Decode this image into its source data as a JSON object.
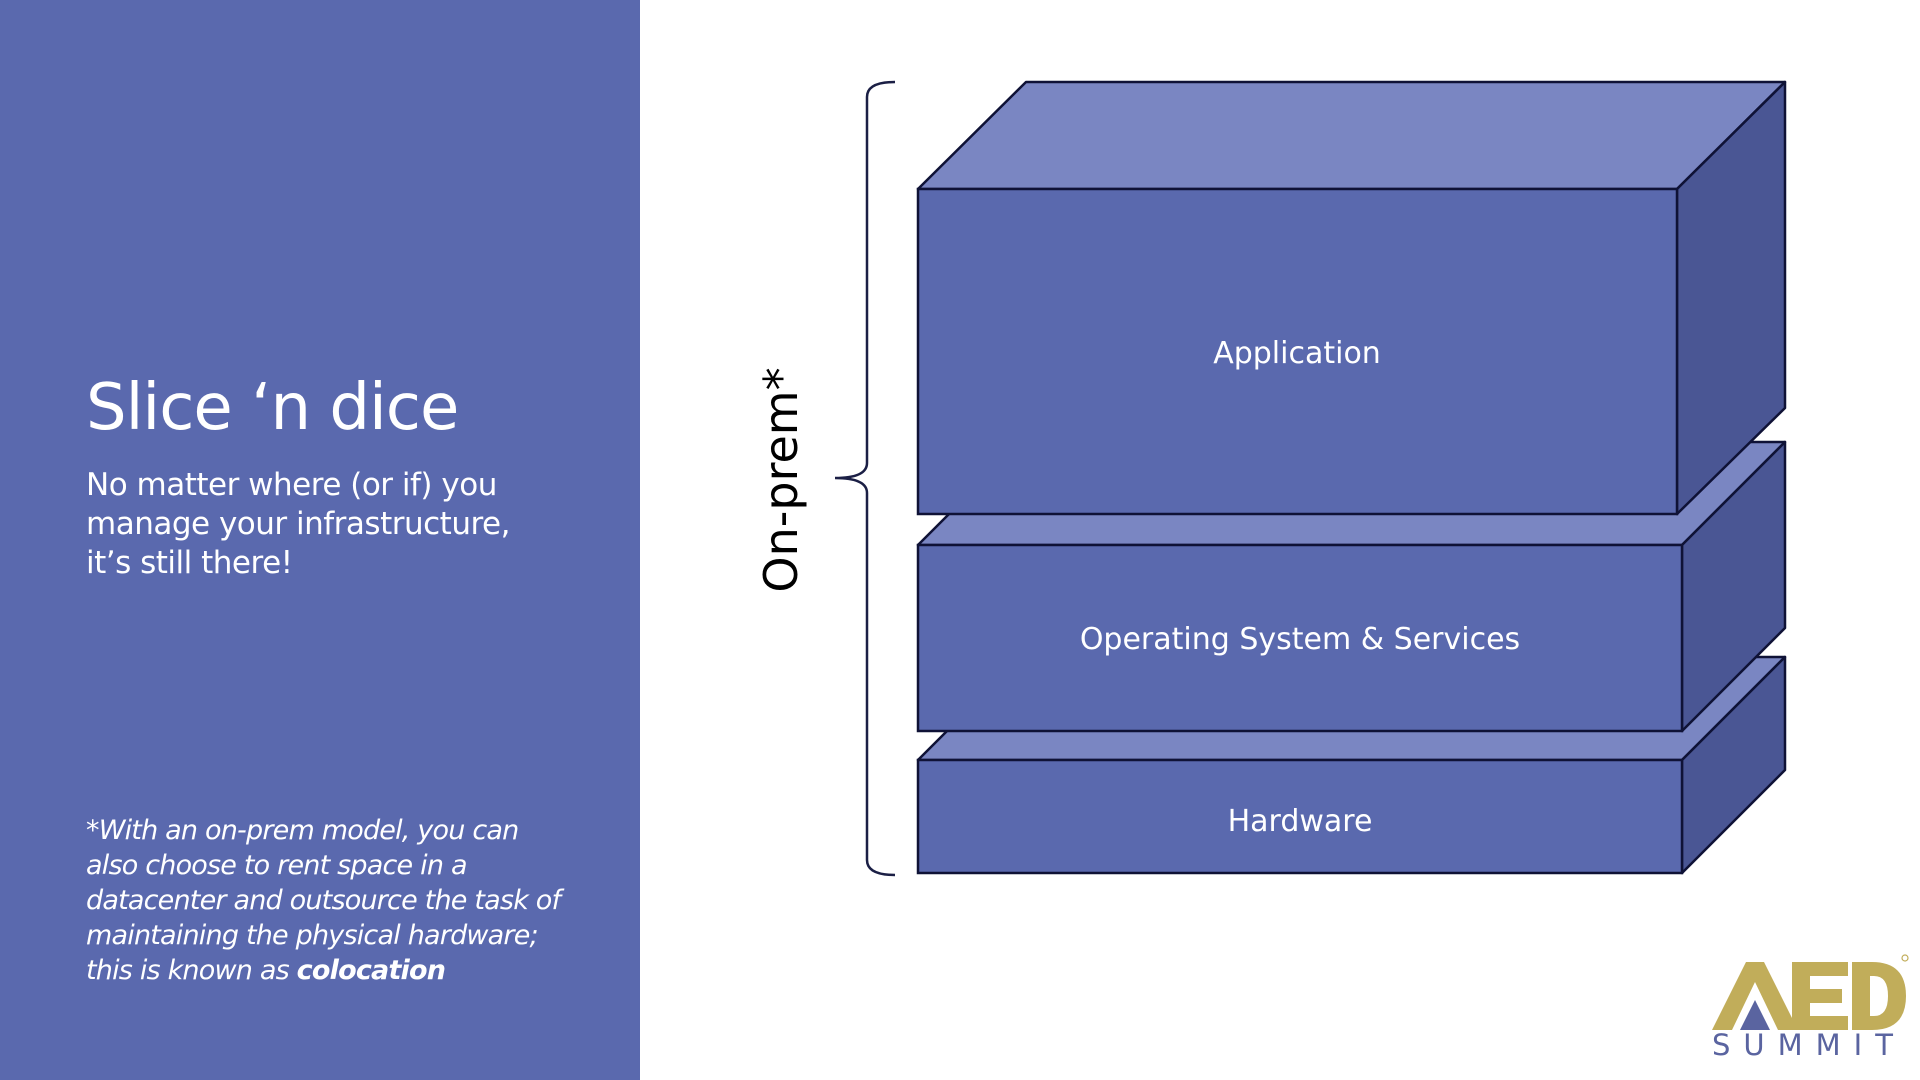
{
  "slide": {
    "title": "Slice ‘n dice",
    "subtitle": "No matter where (or if) you manage your infrastructure, it’s still there!",
    "footnote_text": "*With an on-prem model, you can also choose to rent space in a datacenter and outsource the task of maintaining the physical hardware; this is known as",
    "footnote_bold": "colocation"
  },
  "diagram": {
    "bracket_label": "On-prem*",
    "layers": [
      {
        "label": "Application"
      },
      {
        "label": "Operating System & Services"
      },
      {
        "label": "Hardware"
      }
    ]
  },
  "logo": {
    "mark": "AED",
    "sub": "SUMMIT"
  },
  "colors": {
    "panel": "#5a69ae",
    "block_front": "#5a69ae",
    "block_top": "#7a86c2",
    "block_side": "#4a5694",
    "logo_gold": "#c1ad5a",
    "logo_blue": "#5a64a0"
  }
}
